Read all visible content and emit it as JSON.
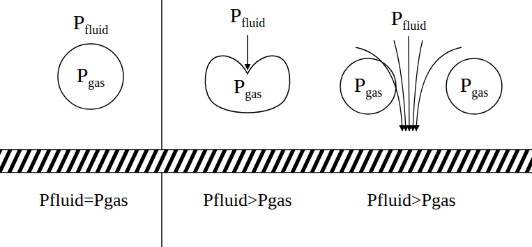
{
  "diagram": {
    "nodes": [
      {
        "text": [
          "Pgas"
        ]
      },
      {
        "text": [
          "Pgas"
        ]
      },
      {
        "text": [
          "Pgas"
        ]
      },
      {
        "text": [
          "Pgas"
        ]
      }
    ],
    "labels": [
      "Pfluid",
      "Pfluid",
      "Pfluid",
      "Pfluid=Pgas",
      "Pfluid>Pgas",
      "Pfluid>Pgas"
    ]
  }
}
